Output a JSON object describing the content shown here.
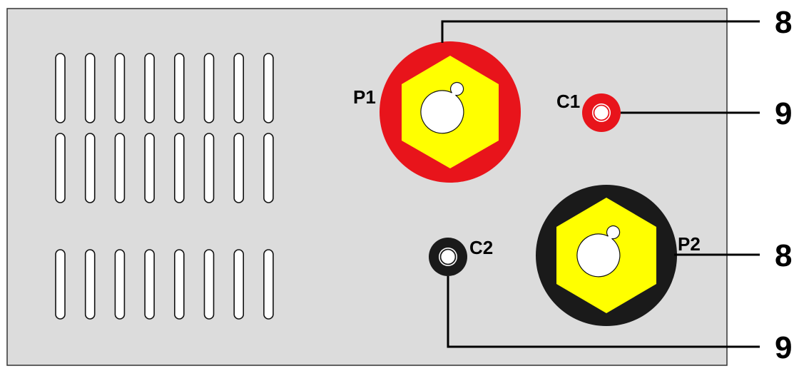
{
  "colors": {
    "panel": "#dcdcdc",
    "panel_border": "#333333",
    "slot_fill": "#ffffff",
    "slot_stroke": "#111111",
    "p1_ring": "#e8141b",
    "p2_ring": "#1a1a1a",
    "hex": "#ffff00",
    "hole": "#ffffff",
    "c1_ring": "#e8141b",
    "c2_ring": "#1a1a1a",
    "leader": "#000000"
  },
  "terminals": {
    "p1_label": "P1",
    "p2_label": "P2",
    "c1_label": "C1",
    "c2_label": "C2"
  },
  "callouts": {
    "p1_num": "8",
    "c1_num": "9",
    "p2_num": "8",
    "c2_num": "9"
  },
  "vent_grid": {
    "rows": 3,
    "columns": 8
  }
}
